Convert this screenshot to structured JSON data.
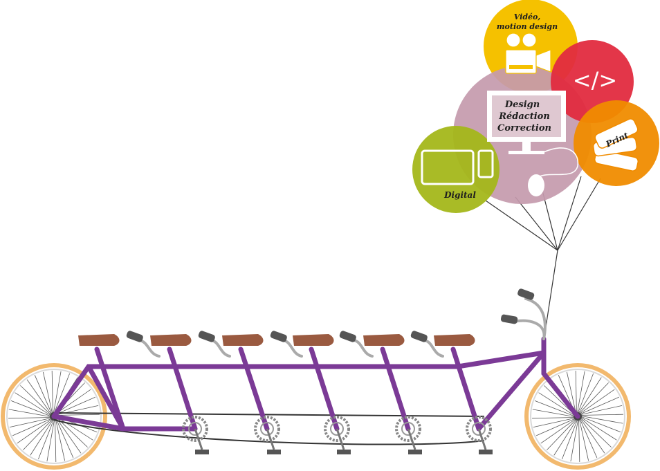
{
  "balloons": [
    {
      "id": "video",
      "label_lines": [
        "Vidéo,",
        "motion design"
      ],
      "color": "#f5c100",
      "icon": "film-camera-icon"
    },
    {
      "id": "code",
      "label_lines": [
        "</>"
      ],
      "color": "#e22b3f",
      "icon": "code-brackets-icon"
    },
    {
      "id": "design",
      "label_lines": [
        "Design",
        "Rédaction",
        "Correction"
      ],
      "color": "#c49aac",
      "icon": "desktop-computer-icon"
    },
    {
      "id": "print",
      "label_lines": [
        "Print"
      ],
      "color": "#f08c00",
      "icon": "book-stack-icon"
    },
    {
      "id": "digital",
      "label_lines": [
        "Digital"
      ],
      "color": "#a4b71a",
      "icon": "tablet-phone-icon"
    }
  ],
  "bike": {
    "frame_color": "#7b3a96",
    "saddle_color": "#9a5a40",
    "tire_color": "#f2b96e",
    "seats": 6,
    "crank_icon": "chainring-icon"
  }
}
